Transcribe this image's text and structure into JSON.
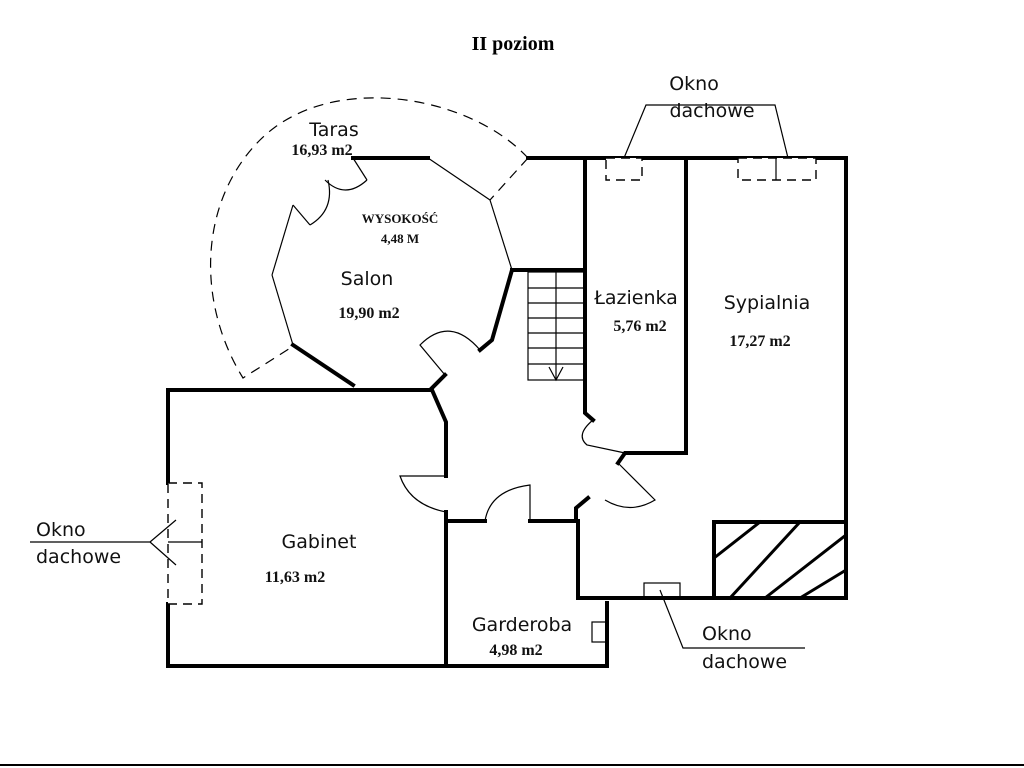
{
  "title": "II poziom",
  "rooms": {
    "taras": {
      "name": "Taras",
      "area": "16,93 m2"
    },
    "salon": {
      "name": "Salon",
      "area": "19,90 m2",
      "height_label": "WYSOKOŚĆ",
      "height_value": "4,48 M"
    },
    "lazienka": {
      "name": "Łazienka",
      "area": "5,76 m2"
    },
    "sypialnia": {
      "name": "Sypialnia",
      "area": "17,27 m2"
    },
    "gabinet": {
      "name": "Gabinet",
      "area": "11,63 m2"
    },
    "garderoba": {
      "name": "Garderoba",
      "area": "4,98 m2"
    }
  },
  "window_labels": {
    "top": {
      "line1": "Okno",
      "line2": "dachowe"
    },
    "left": {
      "line1": "Okno",
      "line2": "dachowe"
    },
    "bottom": {
      "line1": "Okno",
      "line2": "dachowe"
    }
  }
}
